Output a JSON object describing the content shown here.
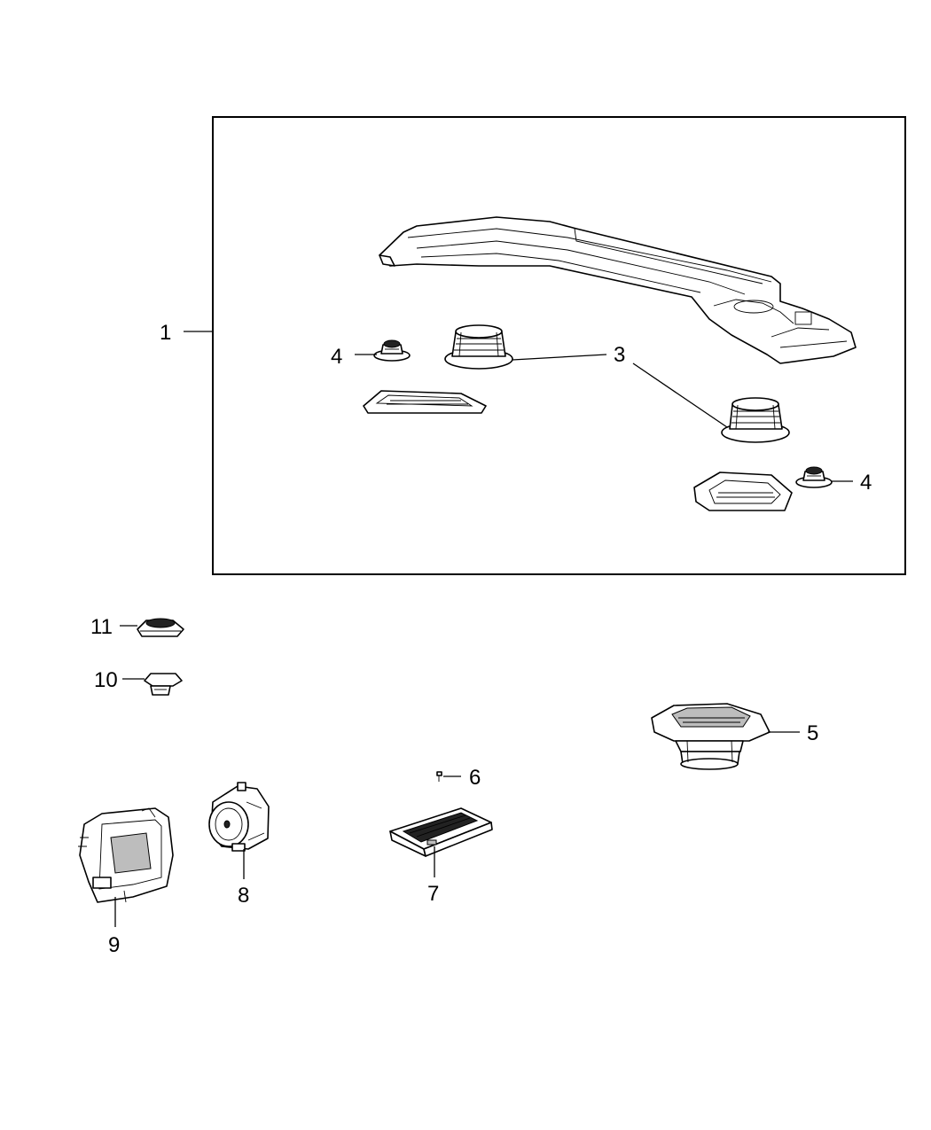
{
  "diagram": {
    "callouts": {
      "c1": "1",
      "c3": "3",
      "c4a": "4",
      "c4b": "4",
      "c5": "5",
      "c6": "6",
      "c7": "7",
      "c8": "8",
      "c9": "9",
      "c10": "10",
      "c11": "11"
    }
  }
}
